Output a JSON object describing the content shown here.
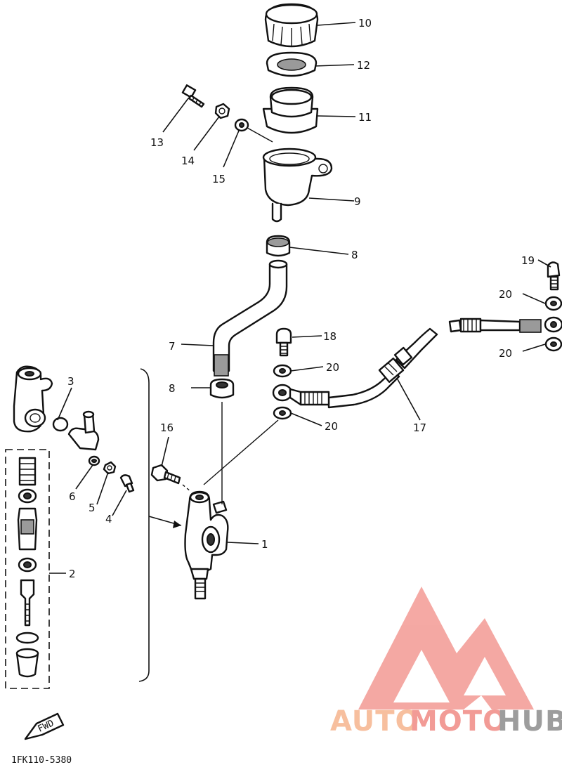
{
  "callouts": [
    {
      "id": "10",
      "text": "10"
    },
    {
      "id": "12",
      "text": "12"
    },
    {
      "id": "11",
      "text": "11"
    },
    {
      "id": "13",
      "text": "13"
    },
    {
      "id": "14",
      "text": "14"
    },
    {
      "id": "15",
      "text": "15"
    },
    {
      "id": "9",
      "text": "9"
    },
    {
      "id": "8a",
      "text": "8"
    },
    {
      "id": "19",
      "text": "19"
    },
    {
      "id": "20a",
      "text": "20"
    },
    {
      "id": "7",
      "text": "7"
    },
    {
      "id": "18",
      "text": "18"
    },
    {
      "id": "20b",
      "text": "20"
    },
    {
      "id": "8b",
      "text": "8"
    },
    {
      "id": "3",
      "text": "3"
    },
    {
      "id": "20c",
      "text": "20"
    },
    {
      "id": "16",
      "text": "16"
    },
    {
      "id": "20d",
      "text": "20"
    },
    {
      "id": "17",
      "text": "17"
    },
    {
      "id": "6",
      "text": "6"
    },
    {
      "id": "5",
      "text": "5"
    },
    {
      "id": "4",
      "text": "4"
    },
    {
      "id": "1",
      "text": "1"
    },
    {
      "id": "2",
      "text": "2"
    }
  ],
  "direction_badge": "FWD",
  "drawing_code": "1FK110-5380",
  "watermark": {
    "part1": "AUTO",
    "part2": "MOTO",
    "part3": "HUB"
  },
  "colors": {
    "line": "#111111",
    "watermark_orange": "#f6b58e",
    "watermark_red": "#f08a84",
    "watermark_gray": "#8c8c8c"
  }
}
